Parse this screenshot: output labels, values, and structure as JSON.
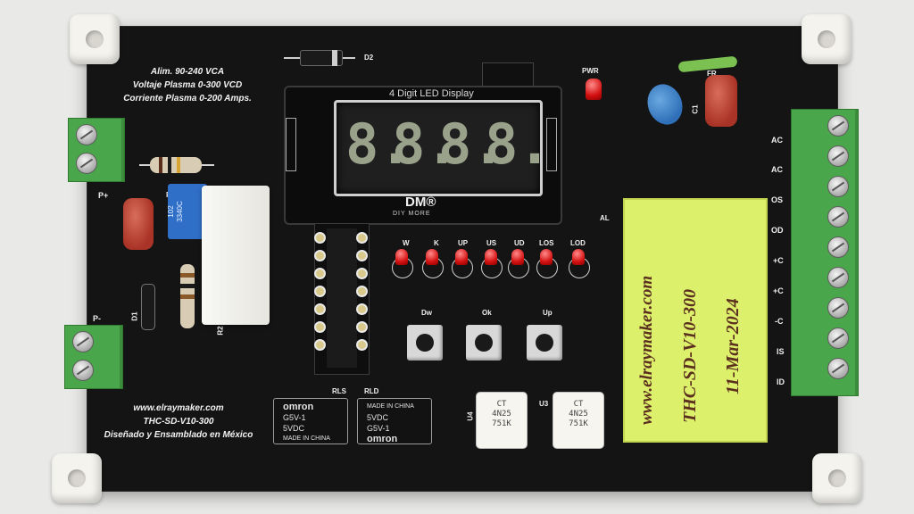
{
  "board": {
    "specs": [
      "Alim. 90-240 VCA",
      "Voltaje Plasma 0-300 VCD",
      "Corriente Plasma 0-200 Amps."
    ],
    "footer": [
      "www.elraymaker.com",
      "THC-SD-V10-300",
      "Diseñado y Ensamblado en México"
    ],
    "ref_labels": {
      "d2": "D2",
      "d1": "D1",
      "r1": "R",
      "r2": "R2",
      "pwr": "PWR",
      "fr": "FR",
      "c1": "C1",
      "p_plus": "P+",
      "p_minus": "P-",
      "al": "AL",
      "rls": "RLS",
      "rld": "RLD",
      "u4": "U4",
      "u3": "U3"
    },
    "terminal_labels": [
      "AC",
      "AC",
      "OS",
      "OD",
      "+C",
      "+C",
      "-C",
      "IS",
      "ID"
    ]
  },
  "display": {
    "title": "4 Digit LED Display",
    "digits": [
      "8.",
      "8.",
      "8.",
      "8."
    ],
    "brand": "DM®",
    "brand_sub": "DIY MORE"
  },
  "potentiometer": {
    "lines": [
      "102",
      "3340C"
    ]
  },
  "leds": [
    "W",
    "K",
    "UP",
    "US",
    "UD",
    "LOS",
    "LOD"
  ],
  "buttons": [
    "Dw",
    "Ok",
    "Up"
  ],
  "relays": [
    {
      "brand": "omron",
      "model": "G5V-1",
      "spec": "5VDC",
      "origin": "MADE IN CHINA"
    },
    {
      "brand": "omron",
      "model": "G5V-1",
      "spec": "5VDC",
      "origin": "MADE IN CHINA"
    }
  ],
  "optos": [
    {
      "line1": "CT",
      "line2": "4N25",
      "line3": "751K"
    },
    {
      "line1": "CT",
      "line2": "4N25",
      "line3": "751K"
    }
  ],
  "sticker": {
    "lines": [
      "www.elraymaker.com",
      "THC-SD-V10-300",
      "11-Mar-2024"
    ]
  }
}
